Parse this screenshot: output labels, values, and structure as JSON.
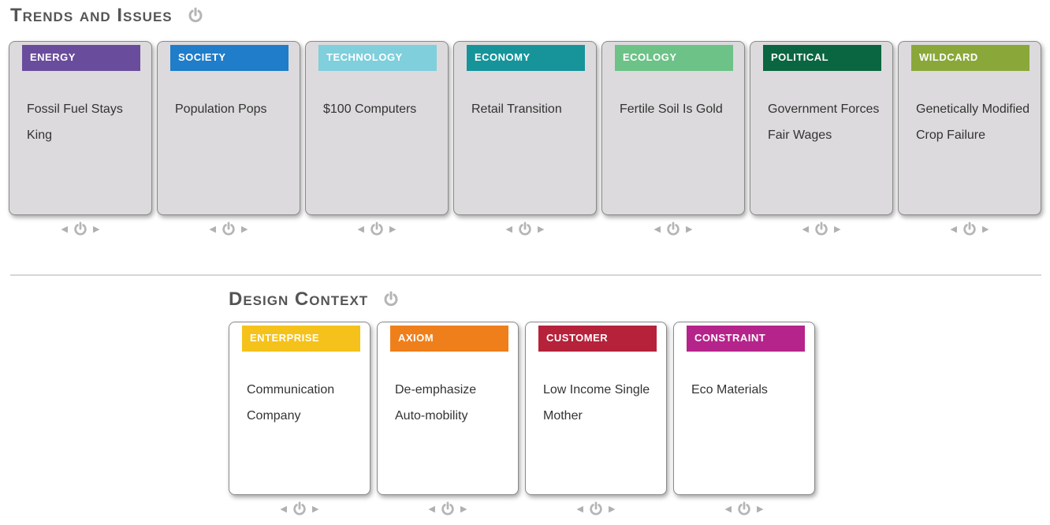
{
  "trends": {
    "title": "Trends and Issues",
    "cards": [
      {
        "category": "Energy",
        "text": "Fossil Fuel Stays King",
        "color": "#6a4c9c"
      },
      {
        "category": "Society",
        "text": "Population Pops",
        "color": "#1f7dc9"
      },
      {
        "category": "Technology",
        "text": "$100 Computers",
        "color": "#7fcfdc"
      },
      {
        "category": "Economy",
        "text": "Retail Transition",
        "color": "#16949a"
      },
      {
        "category": "Ecology",
        "text": "Fertile Soil Is Gold",
        "color": "#6cc287"
      },
      {
        "category": "Political",
        "text": "Government Forces Fair Wages",
        "color": "#0a6640"
      },
      {
        "category": "Wildcard",
        "text": "Genetically Modified Crop Failure",
        "color": "#8aa83a"
      }
    ]
  },
  "context": {
    "title": "Design Context",
    "cards": [
      {
        "category": "Enterprise",
        "text": "Communication Company",
        "color": "#f5c21b"
      },
      {
        "category": "Axiom",
        "text": "De-emphasize Auto-mobility",
        "color": "#ef7f1a"
      },
      {
        "category": "Customer",
        "text": "Low Income Single Mother",
        "color": "#b5223a"
      },
      {
        "category": "Constraint",
        "text": "Eco Materials",
        "color": "#b5248a"
      }
    ]
  },
  "icons": {
    "refresh": "refresh-icon",
    "prev": "triangle-left-icon",
    "next": "triangle-right-icon"
  }
}
